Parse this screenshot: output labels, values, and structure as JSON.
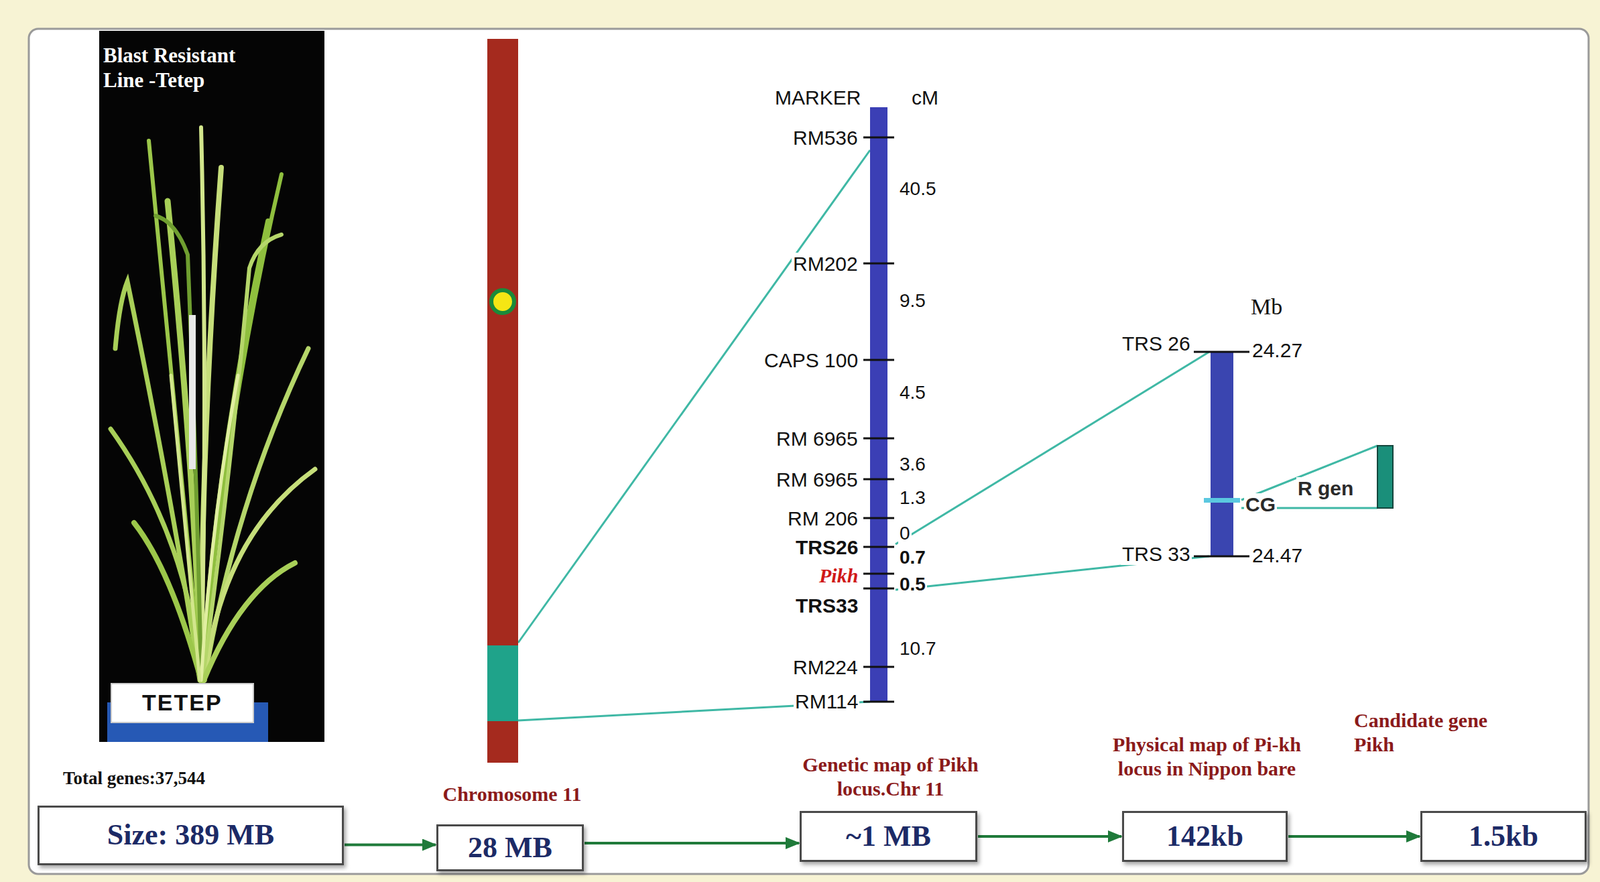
{
  "diagram": {
    "nodes": [
      {
        "text": [
          "Total genes:37,544",
          "Size: 389 MB"
        ]
      },
      {
        "text": [
          "Chromosome 11",
          "28 MB"
        ]
      },
      {
        "text": [
          "Genetic map of Pikh locus.Chr 11",
          "~1 MB"
        ]
      },
      {
        "text": [
          "Physical map of Pi-kh locus in Nippon bare",
          "142kb"
        ]
      },
      {
        "text": [
          "Candidate gene Pikh",
          "1.5kb"
        ]
      }
    ],
    "edges": [
      {
        "from": 0,
        "to": 1,
        "arrow": "to"
      },
      {
        "from": 1,
        "to": 2,
        "arrow": "to"
      },
      {
        "from": 2,
        "to": 3,
        "arrow": "to"
      },
      {
        "from": 3,
        "to": 4,
        "arrow": "to"
      }
    ],
    "labels": [
      "Blast Resistant Line -Tetep",
      "TETEP",
      "MARKER",
      "cM",
      "RM536",
      "RM202",
      "CAPS 100",
      "RM 6965",
      "RM 6965",
      "RM 206",
      "TRS26",
      "Pikh",
      "TRS33",
      "RM224",
      "RM114",
      "40.5",
      "9.5",
      "4.5",
      "3.6",
      "1.3",
      "0",
      "0.7",
      "0.5",
      "10.7",
      "Mb",
      "TRS 26",
      "24.27",
      "CG",
      "R gen",
      "TRS 33",
      "24.47"
    ]
  }
}
